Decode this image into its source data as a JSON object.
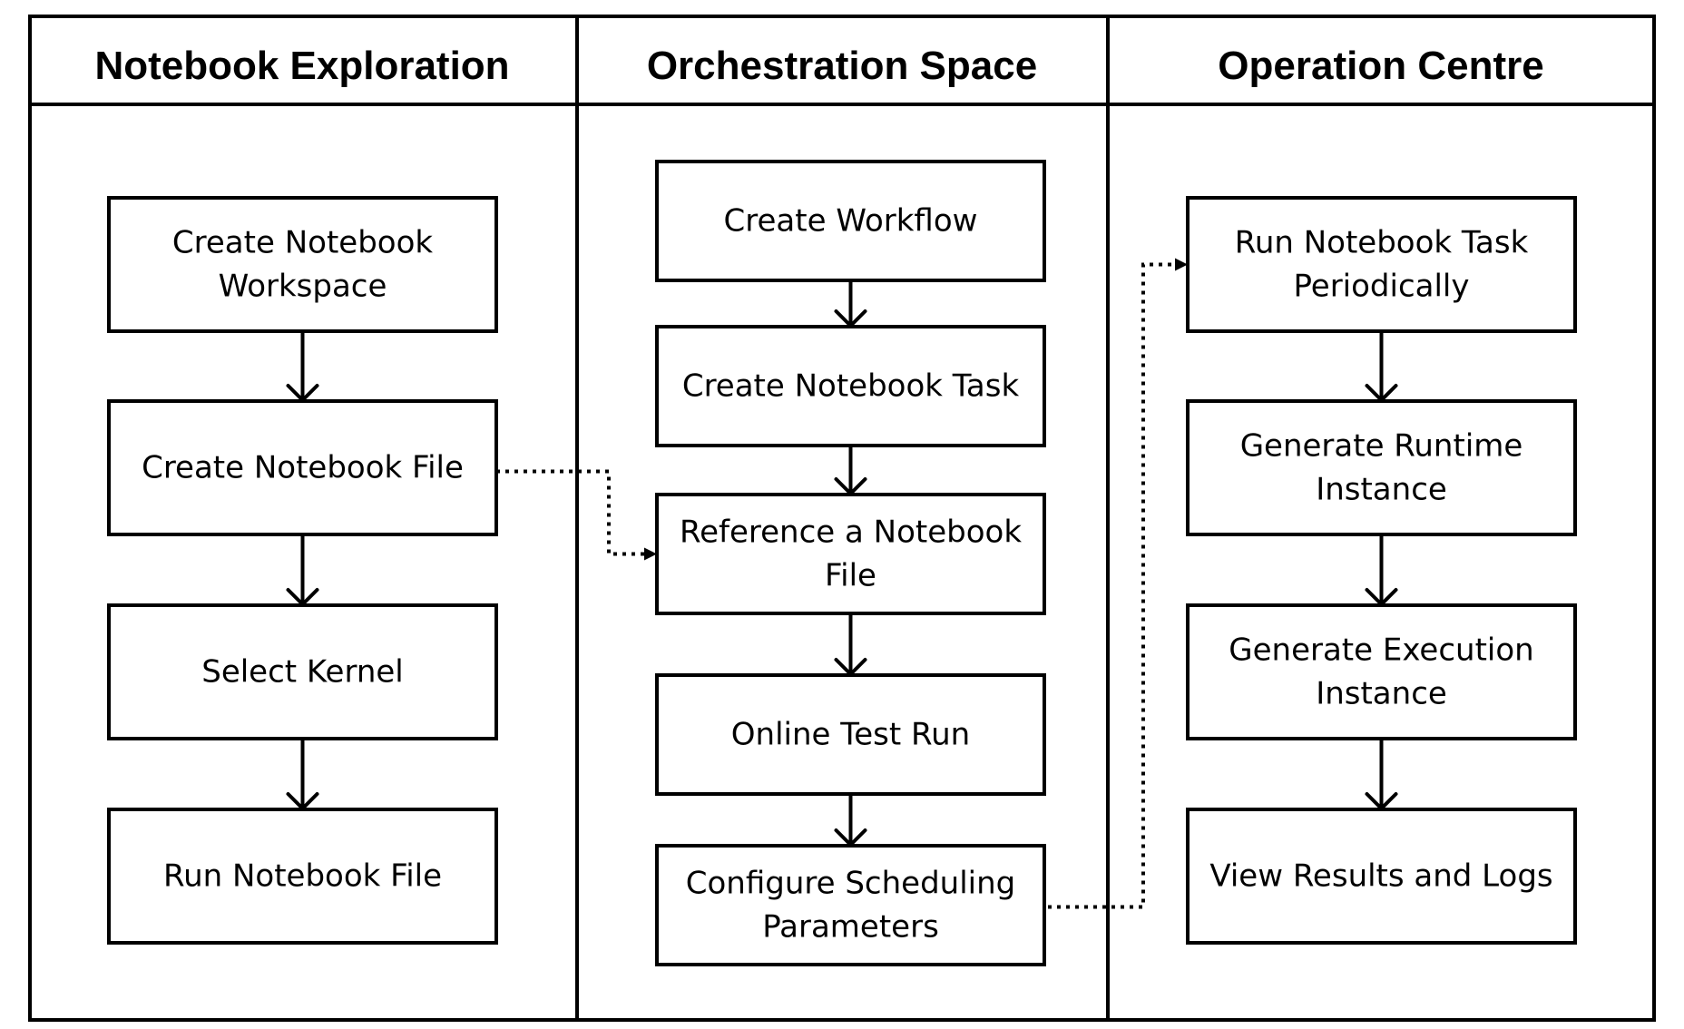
{
  "lanes": [
    {
      "title": "Notebook Exploration",
      "steps": [
        [
          "Create Notebook",
          "Workspace"
        ],
        [
          "Create Notebook File"
        ],
        [
          "Select Kernel"
        ],
        [
          "Run Notebook File"
        ]
      ]
    },
    {
      "title": "Orchestration Space",
      "steps": [
        [
          "Create Workflow"
        ],
        [
          "Create Notebook Task"
        ],
        [
          "Reference a Notebook",
          "File"
        ],
        [
          "Online Test Run"
        ],
        [
          "Configure Scheduling",
          "Parameters"
        ]
      ]
    },
    {
      "title": "Operation Centre",
      "steps": [
        [
          "Run Notebook Task",
          "Periodically"
        ],
        [
          "Generate Runtime",
          "Instance"
        ],
        [
          "Generate Execution",
          "Instance"
        ],
        [
          "View Results and Logs"
        ]
      ]
    }
  ],
  "flows": [
    {
      "from_lane": 0,
      "from_step": 0,
      "to_lane": 0,
      "to_step": 1,
      "style": "solid"
    },
    {
      "from_lane": 0,
      "from_step": 1,
      "to_lane": 0,
      "to_step": 2,
      "style": "solid"
    },
    {
      "from_lane": 0,
      "from_step": 2,
      "to_lane": 0,
      "to_step": 3,
      "style": "solid"
    },
    {
      "from_lane": 1,
      "from_step": 0,
      "to_lane": 1,
      "to_step": 1,
      "style": "solid"
    },
    {
      "from_lane": 1,
      "from_step": 1,
      "to_lane": 1,
      "to_step": 2,
      "style": "solid"
    },
    {
      "from_lane": 1,
      "from_step": 2,
      "to_lane": 1,
      "to_step": 3,
      "style": "solid"
    },
    {
      "from_lane": 1,
      "from_step": 3,
      "to_lane": 1,
      "to_step": 4,
      "style": "solid"
    },
    {
      "from_lane": 2,
      "from_step": 0,
      "to_lane": 2,
      "to_step": 1,
      "style": "solid"
    },
    {
      "from_lane": 2,
      "from_step": 1,
      "to_lane": 2,
      "to_step": 2,
      "style": "solid"
    },
    {
      "from_lane": 2,
      "from_step": 2,
      "to_lane": 2,
      "to_step": 3,
      "style": "solid"
    },
    {
      "from_lane": 0,
      "from_step": 1,
      "to_lane": 1,
      "to_step": 2,
      "style": "dotted"
    },
    {
      "from_lane": 1,
      "from_step": 4,
      "to_lane": 2,
      "to_step": 0,
      "style": "dotted"
    }
  ]
}
